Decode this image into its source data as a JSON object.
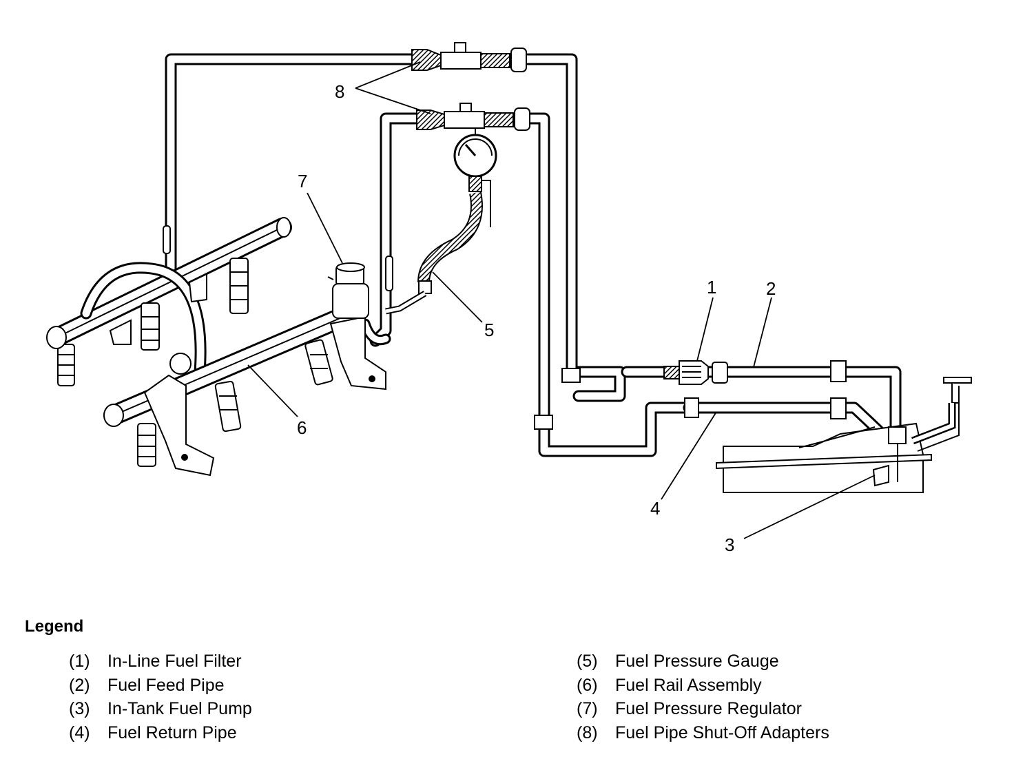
{
  "diagram": {
    "callouts": {
      "c1": "1",
      "c2": "2",
      "c3": "3",
      "c4": "4",
      "c5": "5",
      "c6": "6",
      "c7": "7",
      "c8": "8"
    }
  },
  "legend": {
    "title": "Legend",
    "left": [
      {
        "num": "(1)",
        "label": "In-Line Fuel Filter"
      },
      {
        "num": "(2)",
        "label": "Fuel Feed Pipe"
      },
      {
        "num": "(3)",
        "label": "In-Tank Fuel Pump"
      },
      {
        "num": "(4)",
        "label": "Fuel Return Pipe"
      }
    ],
    "right": [
      {
        "num": "(5)",
        "label": "Fuel Pressure Gauge"
      },
      {
        "num": "(6)",
        "label": "Fuel Rail Assembly"
      },
      {
        "num": "(7)",
        "label": "Fuel Pressure Regulator"
      },
      {
        "num": "(8)",
        "label": "Fuel Pipe Shut-Off Adapters"
      }
    ]
  }
}
